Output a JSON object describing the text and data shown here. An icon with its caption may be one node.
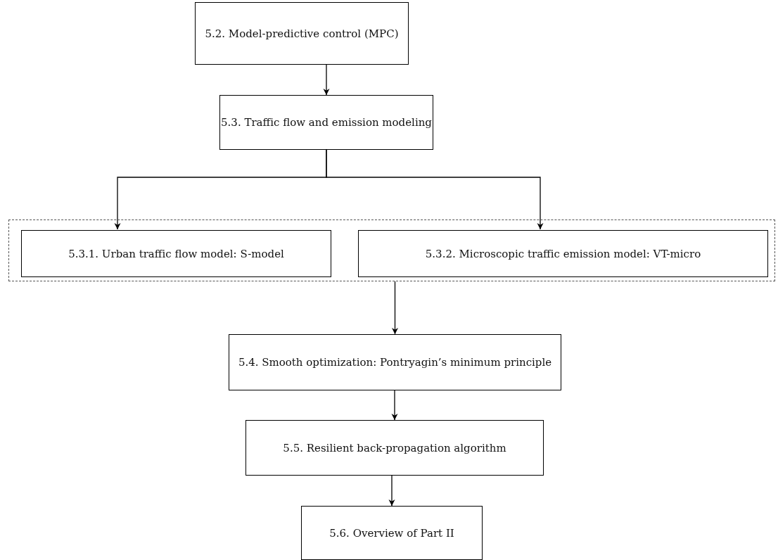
{
  "diagram": {
    "nodes": [
      {
        "text": [
          "5.2. Model-predictive control (MPC)"
        ]
      },
      {
        "text": [
          "5.3. Traffic flow and emission modeling"
        ]
      },
      {
        "text": [],
        "shape": "box"
      },
      {
        "text": [
          "5.3.1. Urban traffic flow model: S-model"
        ],
        "in": 2
      },
      {
        "text": [
          "5.3.2. Microscopic traffic emission model: VT-micro"
        ],
        "in": 2
      },
      {
        "text": [
          "5.4. Smooth optimization: Pontryagin’s minimum principle"
        ]
      },
      {
        "text": [
          "5.5. Resilient back-propagation algorithm"
        ]
      },
      {
        "text": [
          "5.6. Overview of Part II"
        ]
      }
    ],
    "edges": [
      {
        "from": 0,
        "to": 1,
        "arrow": "to"
      },
      {
        "from": 1,
        "to": 3,
        "arrow": "to"
      },
      {
        "from": 1,
        "to": 4,
        "arrow": "to"
      },
      {
        "from": 2,
        "to": 5,
        "arrow": "to"
      },
      {
        "from": 5,
        "to": 6,
        "arrow": "to"
      },
      {
        "from": 6,
        "to": 7,
        "arrow": "to"
      }
    ]
  }
}
